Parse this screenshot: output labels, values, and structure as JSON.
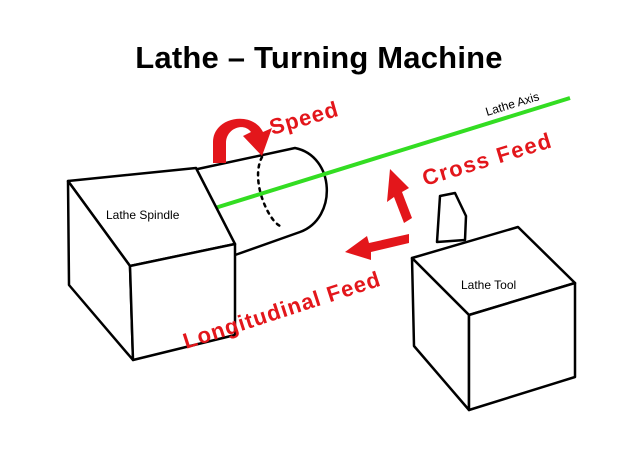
{
  "title": "Lathe – Turning Machine",
  "labels": {
    "lathe_axis": "Lathe Axis",
    "speed": "Speed",
    "cross_feed": "Cross Feed",
    "longitudinal_feed": "Longitudinal Feed",
    "lathe_spindle": "Lathe Spindle",
    "lathe_tool": "Lathe Tool"
  },
  "colors": {
    "axis": "#33dd22",
    "annotation": "#e3161b",
    "outline": "#000000"
  }
}
